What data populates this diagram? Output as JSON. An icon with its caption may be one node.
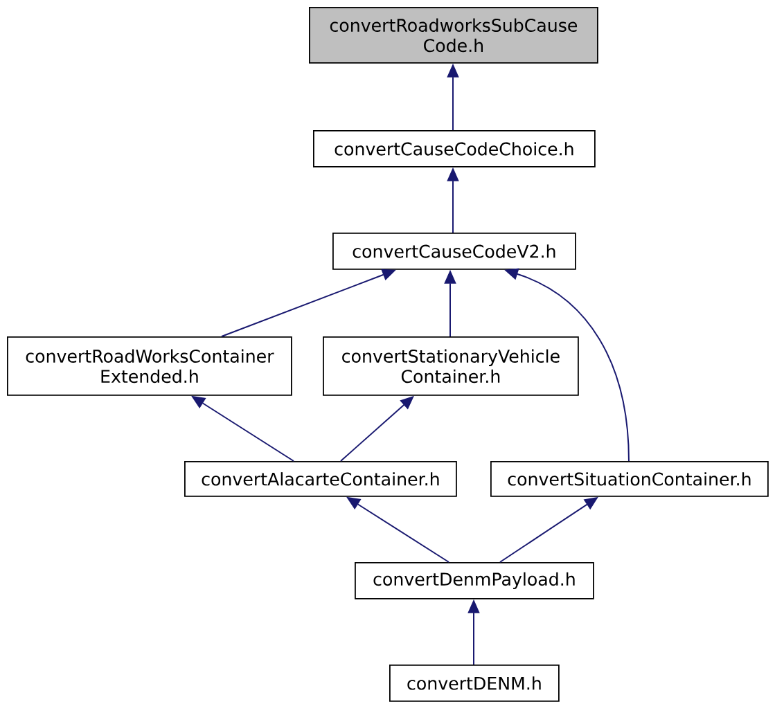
{
  "diagram": {
    "nodes": [
      {
        "text": [
          "convertRoadworksSubCause Code.h"
        ]
      },
      {
        "text": [
          "convertCauseCodeChoice.h"
        ]
      },
      {
        "text": [
          "convertCauseCodeV2.h"
        ]
      },
      {
        "text": [
          "convertRoadWorksContainer Extended.h"
        ]
      },
      {
        "text": [
          "convertStationaryVehicle Container.h"
        ]
      },
      {
        "text": [
          "convertAlacarteContainer.h"
        ]
      },
      {
        "text": [
          "convertSituationContainer.h"
        ]
      },
      {
        "text": [
          "convertDenmPayload.h"
        ]
      },
      {
        "text": [
          "convertDENM.h"
        ]
      }
    ],
    "edges": [
      {
        "from": 1,
        "to": 0,
        "arrow": "to"
      },
      {
        "from": 2,
        "to": 1,
        "arrow": "to"
      },
      {
        "from": 3,
        "to": 2,
        "arrow": "to"
      },
      {
        "from": 4,
        "to": 2,
        "arrow": "to"
      },
      {
        "from": 6,
        "to": 2,
        "arrow": "to"
      },
      {
        "from": 5,
        "to": 3,
        "arrow": "to"
      },
      {
        "from": 5,
        "to": 4,
        "arrow": "to"
      },
      {
        "from": 7,
        "to": 5,
        "arrow": "to"
      },
      {
        "from": 7,
        "to": 6,
        "arrow": "to"
      },
      {
        "from": 8,
        "to": 7,
        "arrow": "to"
      }
    ]
  }
}
